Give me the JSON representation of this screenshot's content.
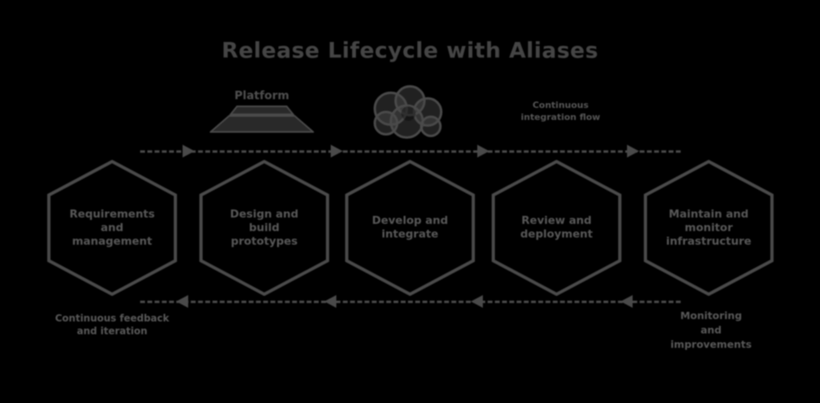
{
  "title": "Release Lifecycle with Aliases",
  "colors": {
    "background": "#000000",
    "primary": "#4a4a4a",
    "node_text": "#575757",
    "title_text": "#454545"
  },
  "top_annotations": {
    "layers": {
      "caption": "Platform",
      "icon": "layer-stack-icon"
    },
    "cloud": {
      "icon": "cloud-cluster-icon"
    },
    "note": {
      "lines": [
        "Continuous",
        "integration flow"
      ]
    }
  },
  "flow": {
    "top_direction": "right",
    "bottom_direction": "left",
    "style": "dashed"
  },
  "hexagons": [
    {
      "lines": [
        "Requirements",
        "and",
        "management"
      ]
    },
    {
      "lines": [
        "Design and",
        "build",
        "prototypes"
      ]
    },
    {
      "lines": [
        "Develop and",
        "integrate"
      ]
    },
    {
      "lines": [
        "Review and",
        "deployment"
      ]
    },
    {
      "lines": [
        "Maintain and",
        "monitor",
        "infrastructure"
      ]
    }
  ],
  "footnotes": {
    "left": {
      "lines": [
        "Continuous feedback",
        "and iteration"
      ]
    },
    "right": {
      "lines": [
        "Monitoring",
        "and",
        "improvements"
      ]
    }
  }
}
